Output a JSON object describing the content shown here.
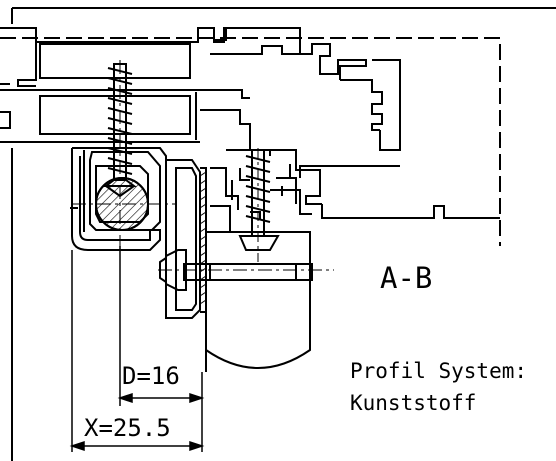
{
  "drawing": {
    "section_label": "A-B",
    "dimension_d": "D=16",
    "dimension_x": "X=25.5",
    "profile_system_line1": "Profil System:",
    "profile_system_line2": "Kunststoff"
  }
}
